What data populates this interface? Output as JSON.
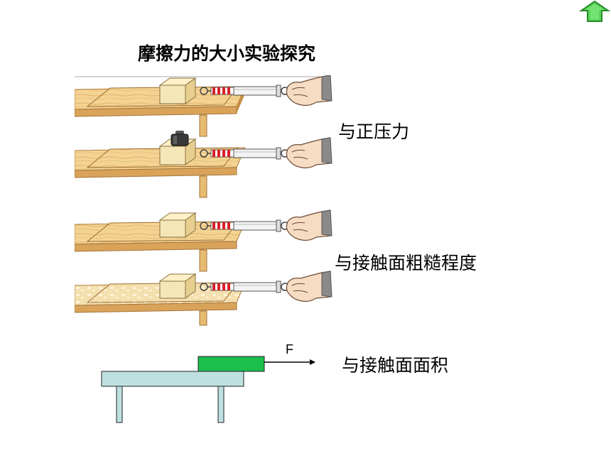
{
  "title": "摩擦力的大小实验探究",
  "labels": {
    "normal_force": "与正压力",
    "roughness": "与接触面粗糙程度",
    "contact_area": "与接触面面积"
  },
  "force_label": "F",
  "icons": {
    "home": "up-arrow-home-icon"
  },
  "colors": {
    "table_top": "#f2cf8a",
    "table_side": "#d9a45a",
    "block": "#f5e6b8",
    "spring_red": "#d8202a",
    "weight": "#3a3a3a",
    "green_block": "#1bbf4c",
    "blue_table": "#bfe0e0",
    "home_button": "#5bd65b"
  }
}
